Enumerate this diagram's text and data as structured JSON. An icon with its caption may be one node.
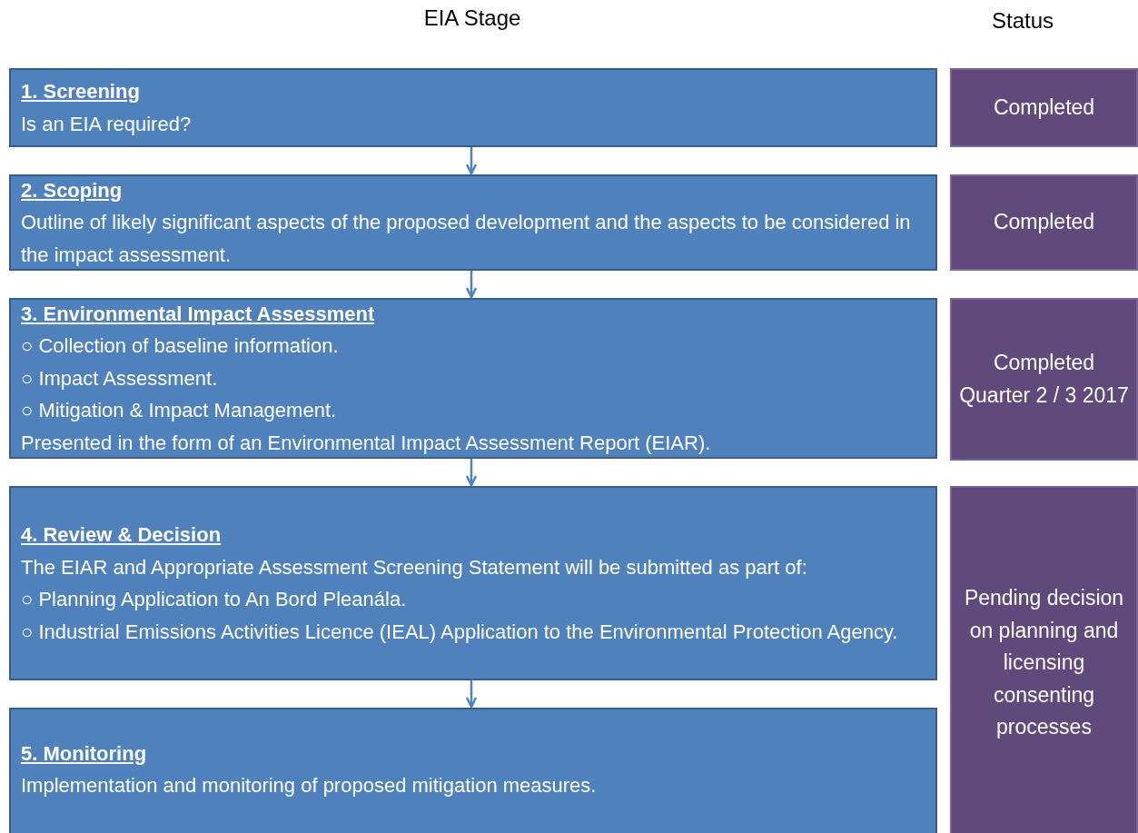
{
  "diagram": {
    "nodes": [
      {
        "text": [
          "1. Screening",
          "Is an EIA required?"
        ]
      },
      {
        "text": [
          "2. Scoping",
          "Outline of likely significant aspects of the proposed development and the aspects to be considered in the impact assessment."
        ]
      },
      {
        "text": [
          "3. Environmental Impact Assessment",
          "○ Collection of baseline information.",
          "○ Impact Assessment.",
          "○ Mitigation & Impact Management.",
          "Presented in the form of an Environmental Impact Assessment Report (EIAR)."
        ]
      },
      {
        "text": [
          "4. Review & Decision",
          "The EIAR and Appropriate Assessment Screening Statement will be submitted as part of:",
          "○ Planning Application to An Bord Pleanála.",
          "○ Industrial Emissions Activities Licence (IEAL) Application to the Environmental Protection Agency."
        ]
      },
      {
        "text": [
          "5. Monitoring",
          "Implementation and monitoring of proposed mitigation measures."
        ]
      },
      {
        "text": [
          "Completed"
        ]
      },
      {
        "text": [
          "Completed"
        ]
      },
      {
        "text": [
          "Completed Quarter 2 / 3 2017"
        ]
      },
      {
        "text": [
          "Pending decision on planning and licensing consenting processes"
        ]
      }
    ],
    "edges": [
      {
        "from": 0,
        "to": 1,
        "arrow": "to"
      },
      {
        "from": 1,
        "to": 2,
        "arrow": "to"
      },
      {
        "from": 2,
        "to": 3,
        "arrow": "to"
      },
      {
        "from": 3,
        "to": 4,
        "arrow": "to"
      }
    ],
    "labels": [
      "EIA Stage",
      "Status"
    ]
  }
}
